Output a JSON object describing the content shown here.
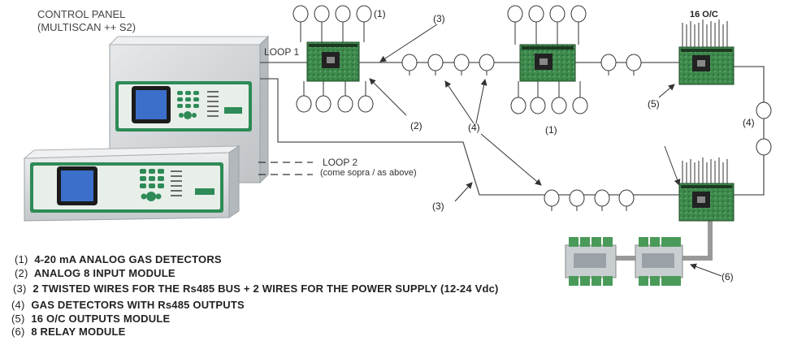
{
  "panel": {
    "title_line1": "CONTROL PANEL",
    "title_line2": "(MULTISCAN ++ S2)",
    "loop1": "LOOP 1",
    "loop2": "LOOP 2",
    "loop2_note": "(come sopra / as above)"
  },
  "callouts": {
    "c1_top": "(1)",
    "c1_mid": "(1)",
    "c2": "(2)",
    "c3_top": "(3)",
    "c3_bottom": "(3)",
    "c4_mid": "(4)",
    "c4_right": "(4)",
    "c5": "(5)",
    "c6": "(6)",
    "oc_label": "16 O/C"
  },
  "legend": [
    {
      "num": "(1)",
      "text": "4-20 mA ANALOG GAS DETECTORS"
    },
    {
      "num": "(2)",
      "text": "ANALOG 8 INPUT MODULE"
    },
    {
      "num": "(3)",
      "text": "2 TWISTED WIRES FOR THE Rs485 BUS + 2 WIRES FOR THE POWER SUPPLY (12-24 Vdc)"
    },
    {
      "num": "(4)",
      "text": "GAS DETECTORS WITH Rs485 OUTPUTS"
    },
    {
      "num": "(5)",
      "text": "16 O/C OUTPUTS MODULE"
    },
    {
      "num": "(6)",
      "text": "8 RELAY MODULE"
    }
  ],
  "colors": {
    "panel_green": "#2e8b57",
    "board_green": "#3f8f4f",
    "wire": "#555555",
    "cabinet": "#d4d6d8"
  }
}
